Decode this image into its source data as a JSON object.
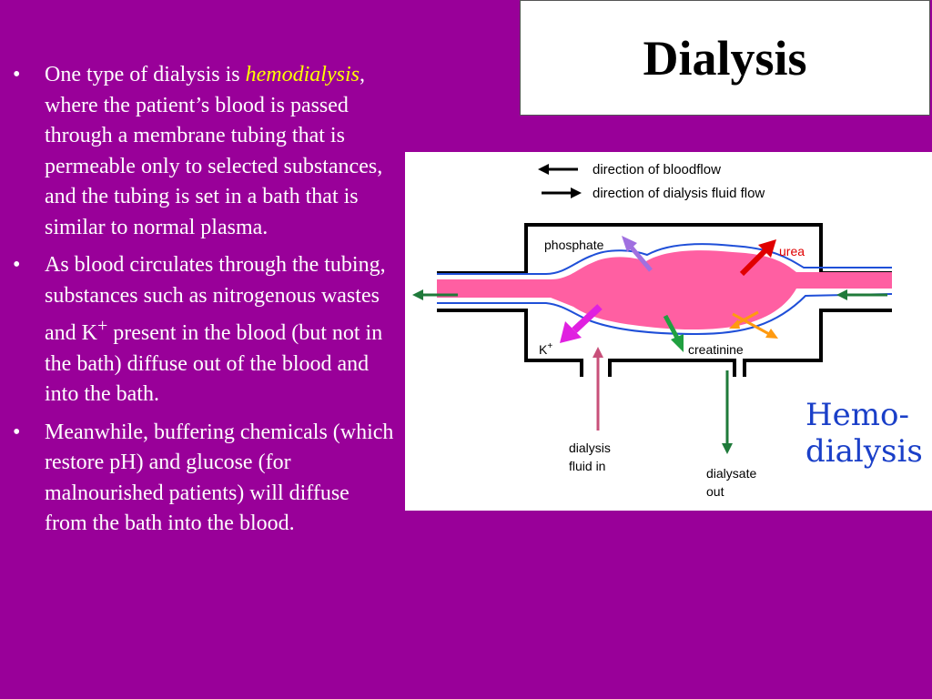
{
  "title": "Dialysis",
  "bullets": [
    {
      "pre": "One type of dialysis is ",
      "highlight": "hemodialysis",
      "post": ", where the patient’s blood is passed through a membrane tubing that is permeable only to selected substances, and the tubing is set in a bath that is similar to normal plasma."
    },
    {
      "pre": "As blood circulates through the tubing, substances such as nitrogenous wastes and K",
      "sup": "+",
      "post": " present in the blood (but not in the bath) diffuse out of the blood and into the bath."
    },
    {
      "text": "Meanwhile, buffering chemicals (which restore pH) and glucose (for malnourished patients) will diffuse from the bath into the blood."
    }
  ],
  "bullet_char": "•",
  "diagram": {
    "legend_bloodflow": "direction of bloodflow",
    "legend_fluidflow": "direction of dialysis fluid flow",
    "phosphate": "phosphate",
    "urea": "urea",
    "k_plus": "K",
    "k_plus_sup": "+",
    "creatinine": "creatinine",
    "fluid_in_1": "dialysis",
    "fluid_in_2": "fluid in",
    "dialysate_1": "dialysate",
    "dialysate_2": "out",
    "hemo_1": "Hemo-",
    "hemo_2": "dialysis",
    "colors": {
      "blood": "#ff5fa2",
      "membrane": "#1f4fd8",
      "arrow_green": "#1f7a3a",
      "arrow_phosphate": "#a070e0",
      "arrow_urea": "#e00000",
      "arrow_k": "#e020e0",
      "arrow_creatinine": "#20a040",
      "arrow_orange": "#ff9a10",
      "arrow_fluid_in": "#c8507a"
    }
  }
}
